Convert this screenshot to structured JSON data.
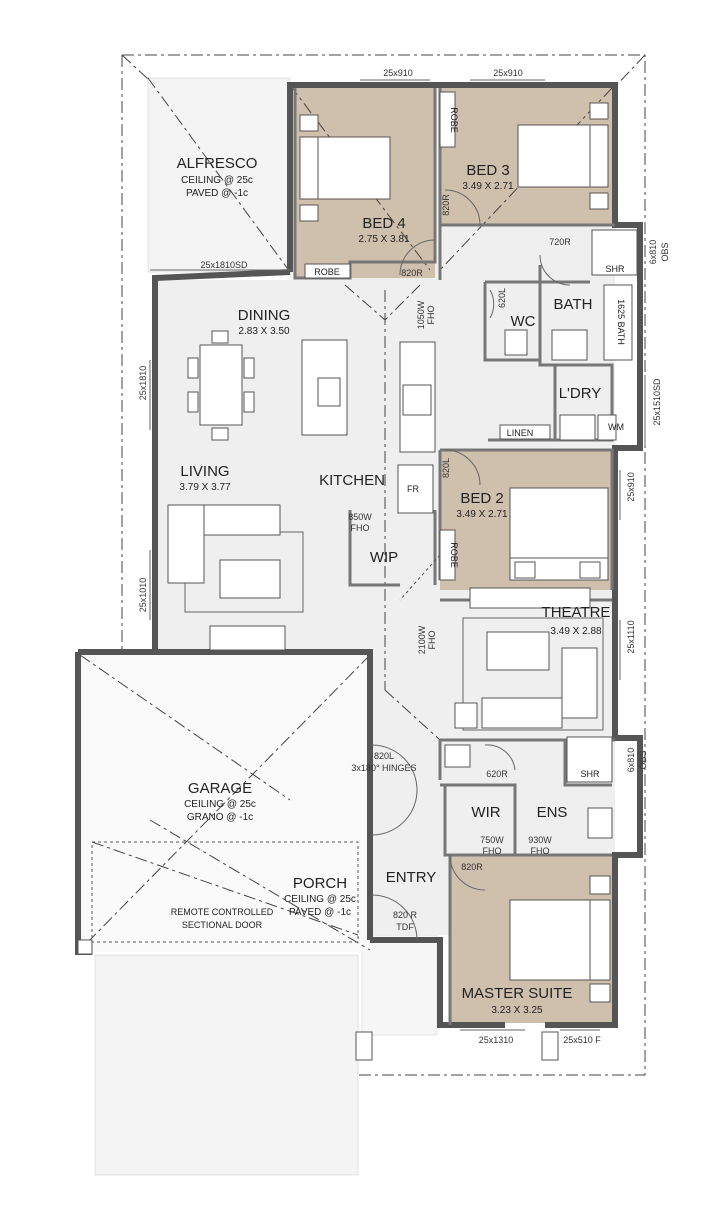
{
  "rooms": {
    "alfresco": {
      "name": "ALFRESCO",
      "line1": "CEILING @ 25c",
      "line2": "PAVED @ -1c"
    },
    "bed4": {
      "name": "BED 4",
      "size": "2.75 X 3.81"
    },
    "bed3": {
      "name": "BED 3",
      "size": "3.49 X 2.71"
    },
    "dining": {
      "name": "DINING",
      "size": "2.83 X 3.50"
    },
    "living": {
      "name": "LIVING",
      "size": "3.79 X 3.77"
    },
    "kitchen": {
      "name": "KITCHEN"
    },
    "wip": {
      "name": "WIP"
    },
    "bath": {
      "name": "BATH"
    },
    "wc": {
      "name": "WC"
    },
    "laundry": {
      "name": "L'DRY"
    },
    "bed2": {
      "name": "BED 2",
      "size": "3.49 X 2.71"
    },
    "theatre": {
      "name": "THEATRE",
      "size": "3.49 X 2.88"
    },
    "garage": {
      "name": "GARAGE",
      "line1": "CEILING @ 25c",
      "line2": "GRANO @ -1c"
    },
    "porch": {
      "name": "PORCH",
      "line1": "CEILING @ 25c",
      "line2": "PAVED @ -1c"
    },
    "entry": {
      "name": "ENTRY"
    },
    "wir": {
      "name": "WIR"
    },
    "ens": {
      "name": "ENS"
    },
    "master": {
      "name": "MASTER SUITE",
      "size": "3.23 X 3.25"
    }
  },
  "fixtures": {
    "robe_bed4": "ROBE",
    "robe_bed3": "ROBE",
    "robe_bed2": "ROBE",
    "shr_top": "SHR",
    "shr_ens": "SHR",
    "bath_tub": "1625 BATH",
    "linen": "LINEN",
    "wm": "WM",
    "fr": "FR",
    "sectional_door_1": "REMOTE CONTROLLED",
    "sectional_door_2": "SECTIONAL DOOR"
  },
  "doors": {
    "d_bed4": "820R",
    "d_bed3": "820R",
    "d_bath": "720R",
    "d_wc": "620L",
    "d_bed2": "820L",
    "d_ens_wc": "620R",
    "d_garage": "820L",
    "d_garage_2": "3x180° HINGES",
    "d_master": "820R",
    "d_entry": "820 R",
    "d_entry_2": "TDF",
    "d_wip": "850W",
    "d_wip_2": "FHO",
    "d_hall": "1050W",
    "d_hall_2": "FHO",
    "d_theatre": "2100W",
    "d_theatre_2": "FHO",
    "d_wir": "750W",
    "d_wir_2": "FHO",
    "d_ens": "930W",
    "d_ens_2": "FHO"
  },
  "windows": {
    "w_top1": "25x910",
    "w_top2": "25x910",
    "w_alfresco": "25x1810SD",
    "w_left1": "25x1810",
    "w_left2": "25x1010",
    "w_r1": "6x810",
    "w_r1b": "OBS",
    "w_r2": "25x1510SD",
    "w_r3": "25x910",
    "w_r4": "25x1110",
    "w_r5": "6x810",
    "w_r5b": "OBS",
    "w_b1": "25x1310",
    "w_b2": "25x510 F"
  }
}
